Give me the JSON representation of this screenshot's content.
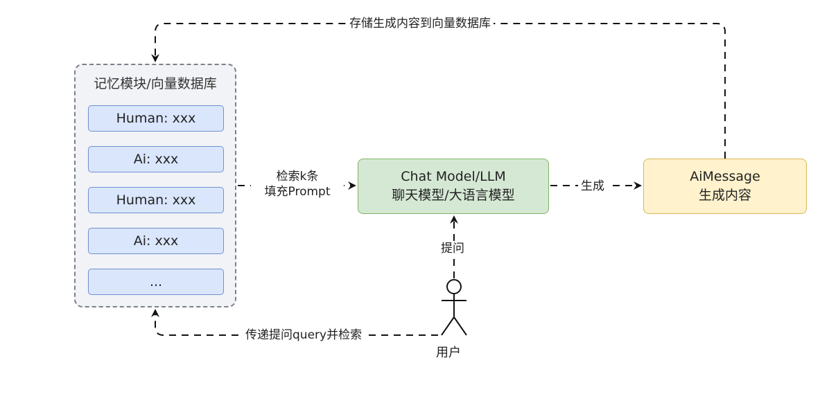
{
  "memory": {
    "title": "记忆模块/向量数据库",
    "items": [
      "Human: xxx",
      "Ai: xxx",
      "Human: xxx",
      "Ai: xxx",
      "..."
    ]
  },
  "llm": {
    "line1": "Chat Model/LLM",
    "line2": "聊天模型/大语言模型"
  },
  "ai_message": {
    "line1": "AiMessage",
    "line2": "生成内容"
  },
  "user": {
    "label": "用户"
  },
  "edges": {
    "store": "存储生成内容到向量数据库",
    "retrieve_line1": "检索k条",
    "retrieve_line2": "填充Prompt",
    "generate": "生成",
    "ask": "提问",
    "query": "传递提问query并检索"
  },
  "colors": {
    "memory_fill": "#f2f3f6",
    "memory_item_fill": "#dae6fc",
    "memory_item_border": "#6f8fd0",
    "llm_fill": "#d5e8d4",
    "llm_border": "#82b366",
    "ai_fill": "#fff2cc",
    "ai_border": "#d6b656"
  }
}
